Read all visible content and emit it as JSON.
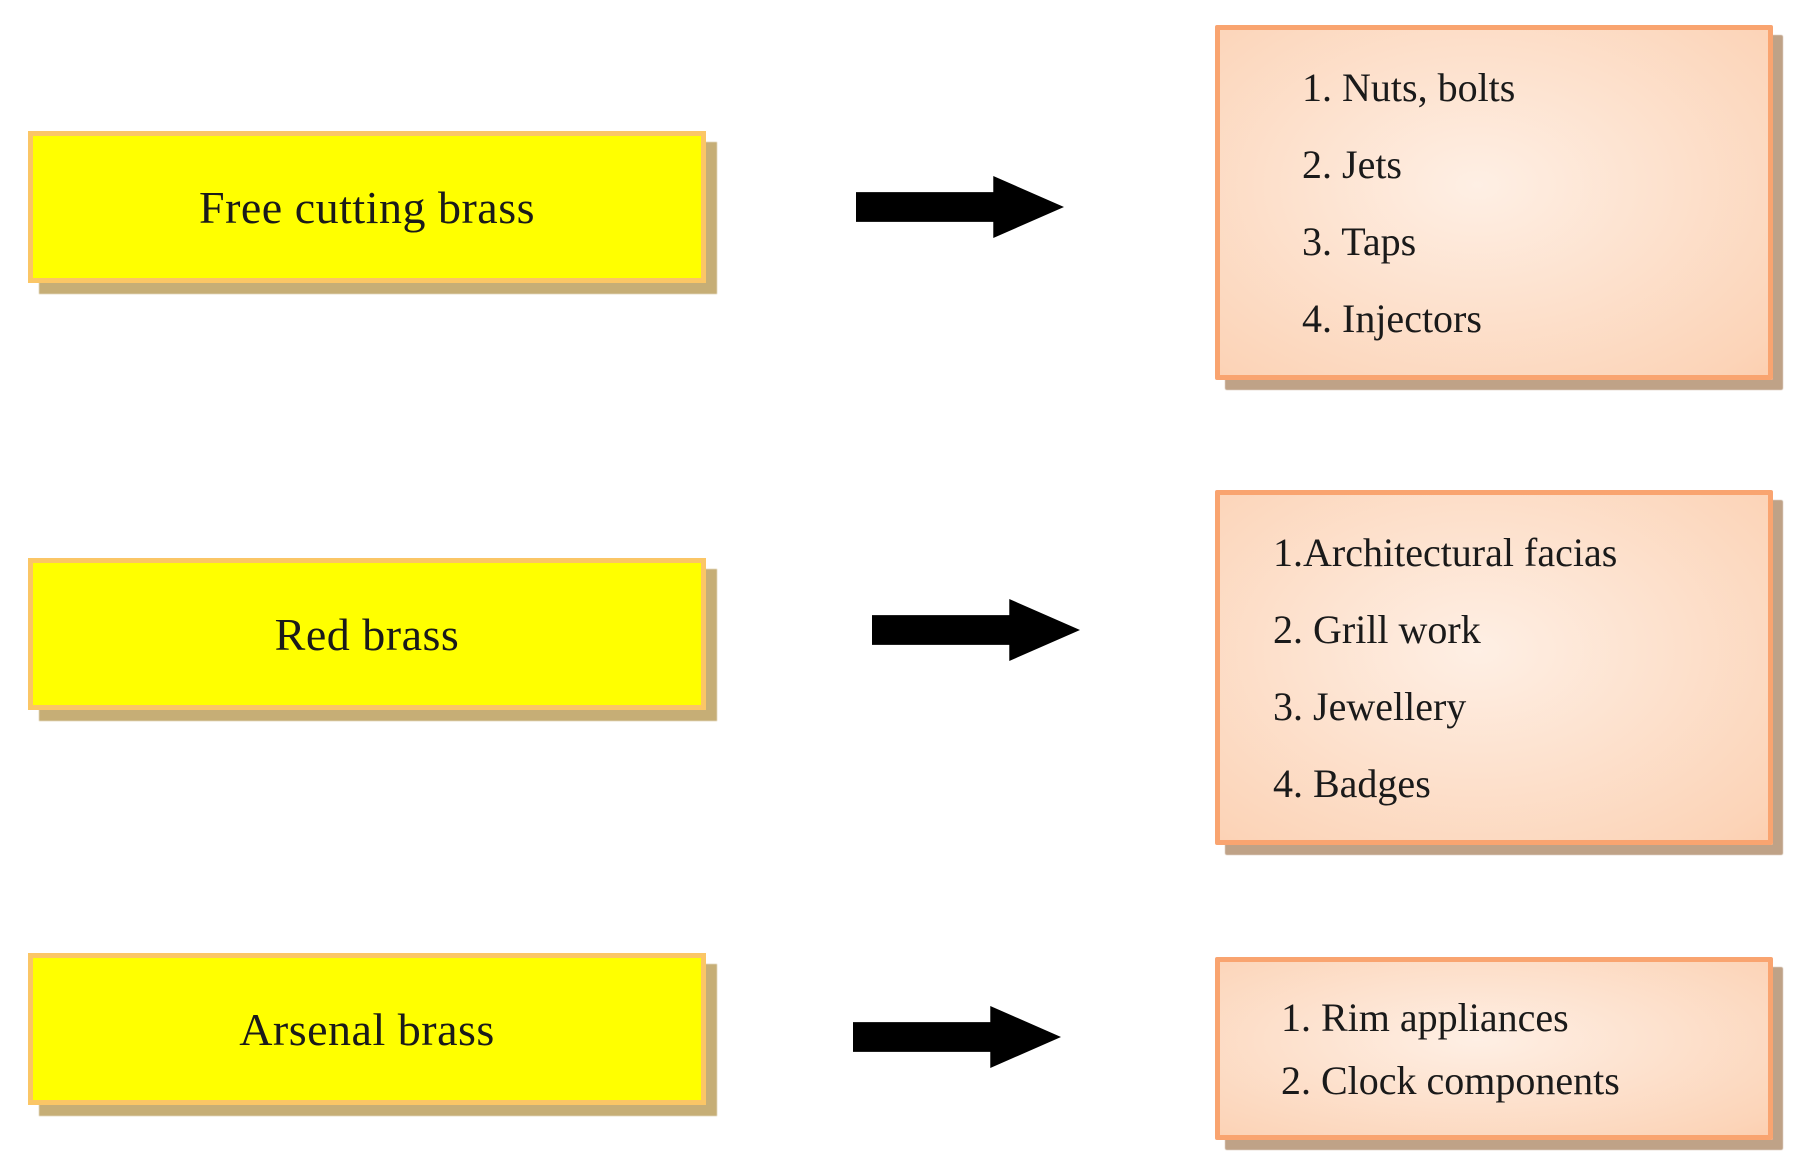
{
  "diagram": {
    "rows": [
      {
        "source_label": "Free cutting brass",
        "items": [
          "1. Nuts, bolts",
          "2. Jets",
          "3. Taps",
          "4. Injectors"
        ]
      },
      {
        "source_label": "Red brass",
        "items": [
          "1.Architectural facias",
          "2. Grill work",
          "3. Jewellery",
          "4. Badges"
        ]
      },
      {
        "source_label": "Arsenal brass",
        "items": [
          "1. Rim appliances",
          "2. Clock components"
        ]
      }
    ],
    "colors": {
      "background": "#FFFFFF",
      "source-fill": "#FFFF00",
      "source-border": "#FBC666",
      "source-shadow": "#C6AE76",
      "target-border": "#F9A470",
      "target-edge": "#F9AC7A",
      "target-mid": "#FCD4B8",
      "target-center": "#FEEFE4",
      "target-shadow": "#BFA287",
      "arrow": "#000000",
      "text": "#1A1A1A"
    }
  }
}
